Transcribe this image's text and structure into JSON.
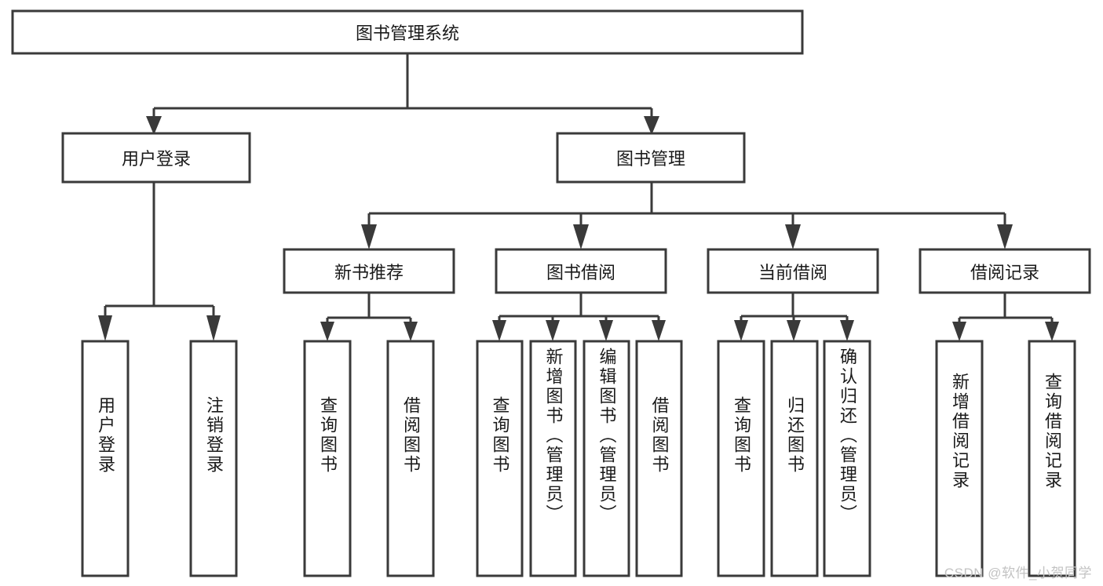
{
  "diagram": {
    "type": "tree",
    "title": "图书管理系统",
    "watermark": "CSDN @软件_小贺同学",
    "colors": {
      "stroke": "#3a3a3a",
      "fill": "#ffffff",
      "text": "#1a1a1a",
      "watermark": "#c3c3c3"
    },
    "levels": {
      "root": {
        "label": "图书管理系统",
        "orientation": "horizontal"
      },
      "level2": [
        {
          "label": "用户登录",
          "orientation": "horizontal"
        },
        {
          "label": "图书管理",
          "orientation": "horizontal"
        }
      ],
      "level3": [
        {
          "label": "新书推荐",
          "orientation": "horizontal",
          "parent": "图书管理"
        },
        {
          "label": "图书借阅",
          "orientation": "horizontal",
          "parent": "图书管理"
        },
        {
          "label": "当前借阅",
          "orientation": "horizontal",
          "parent": "图书管理"
        },
        {
          "label": "借阅记录",
          "orientation": "horizontal",
          "parent": "图书管理"
        }
      ],
      "leaves": [
        {
          "label": "用户登录",
          "orientation": "vertical",
          "parent": "用户登录"
        },
        {
          "label": "注销登录",
          "orientation": "vertical",
          "parent": "用户登录"
        },
        {
          "label": "查询图书",
          "orientation": "vertical",
          "parent": "新书推荐"
        },
        {
          "label": "借阅图书",
          "orientation": "vertical",
          "parent": "新书推荐"
        },
        {
          "label": "查询图书",
          "orientation": "vertical",
          "parent": "图书借阅"
        },
        {
          "label": "新增图书（管理员）",
          "orientation": "vertical",
          "parent": "图书借阅"
        },
        {
          "label": "编辑图书（管理员）",
          "orientation": "vertical",
          "parent": "图书借阅"
        },
        {
          "label": "借阅图书",
          "orientation": "vertical",
          "parent": "图书借阅"
        },
        {
          "label": "查询图书",
          "orientation": "vertical",
          "parent": "当前借阅"
        },
        {
          "label": "归还图书",
          "orientation": "vertical",
          "parent": "当前借阅"
        },
        {
          "label": "确认归还（管理员）",
          "orientation": "vertical",
          "parent": "当前借阅"
        },
        {
          "label": "新增借阅记录",
          "orientation": "vertical",
          "parent": "借阅记录"
        },
        {
          "label": "查询借阅记录",
          "orientation": "vertical",
          "parent": "借阅记录"
        }
      ]
    }
  }
}
